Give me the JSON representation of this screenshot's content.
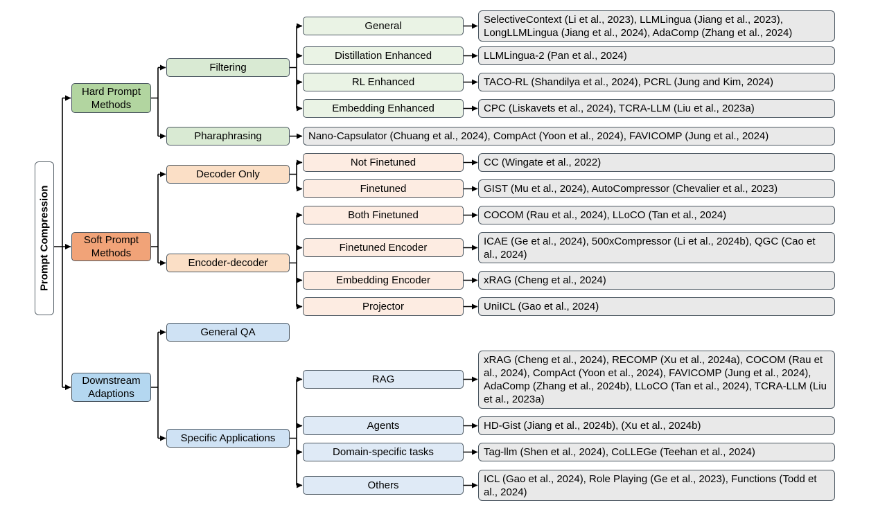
{
  "figure": {
    "title": "Prompt Compression",
    "type": "taxonomy-tree"
  },
  "nodes": {
    "root": "Prompt Compression",
    "hard": "Hard Prompt Methods",
    "soft": "Soft Prompt Methods",
    "downstream": "Downstream Adaptions",
    "filtering": "Filtering",
    "paraphrasing": "Pharaphrasing",
    "decoder_only": "Decoder Only",
    "encoder_decoder": "Encoder-decoder",
    "general_qa": "General QA",
    "specific_applications": "Specific Applications",
    "general": "General",
    "distillation_enhanced": "Distillation Enhanced",
    "rl_enhanced": "RL Enhanced",
    "embedding_enhanced": "Embedding Enhanced",
    "not_finetuned": "Not Finetuned",
    "finetuned": "Finetuned",
    "both_finetuned": "Both Finetuned",
    "finetuned_encoder": "Finetuned Encoder",
    "embedding_encoder": "Embedding Encoder",
    "projector": "Projector",
    "rag": "RAG",
    "agents": "Agents",
    "domain_specific_tasks": "Domain-specific tasks",
    "others": "Others"
  },
  "citations": {
    "general": "SelectiveContext (Li et al., 2023), LLMLingua (Jiang et al., 2023), LongLLMLingua (Jiang et al., 2024), AdaComp (Zhang et al., 2024)",
    "distillation_enhanced": "LLMLingua-2 (Pan et al., 2024)",
    "rl_enhanced": "TACO-RL (Shandilya et al., 2024), PCRL (Jung and Kim, 2024)",
    "embedding_enhanced": "CPC (Liskavets et al., 2024), TCRA-LLM (Liu et al., 2023a)",
    "paraphrasing": "Nano-Capsulator (Chuang et al., 2024), CompAct (Yoon et al., 2024), FAVICOMP (Jung et al., 2024)",
    "not_finetuned": "CC (Wingate et al., 2022)",
    "finetuned": "GIST (Mu et al., 2024), AutoCompressor (Chevalier et al., 2023)",
    "both_finetuned": "COCOM (Rau et al., 2024), LLoCO (Tan et al., 2024)",
    "finetuned_encoder": "ICAE (Ge et al., 2024), 500xCompressor (Li et al., 2024b), QGC (Cao et al., 2024)",
    "embedding_encoder": "xRAG (Cheng et al., 2024)",
    "projector": "UniICL (Gao et al., 2024)",
    "rag": "xRAG (Cheng et al., 2024), RECOMP (Xu et al., 2024a), COCOM (Rau et al., 2024), CompAct (Yoon et al., 2024), FAVICOMP (Jung et al., 2024), AdaComp (Zhang et al., 2024b), LLoCO (Tan et al., 2024), TCRA-LLM (Liu et al., 2023a)",
    "agents": "HD-Gist (Jiang et al., 2024b), (Xu et al., 2024b)",
    "domain_specific_tasks": "Tag-llm (Shen et al., 2024), CoLLEGe (Teehan et al., 2024)",
    "others": "ICL (Gao et al., 2024), Role Playing (Ge et al., 2023), Functions (Todd et al., 2024)"
  },
  "structure": {
    "root": "Prompt Compression",
    "children": [
      {
        "node": "Hard Prompt Methods",
        "children": [
          {
            "node": "Filtering",
            "children": [
              "General",
              "Distillation Enhanced",
              "RL Enhanced",
              "Embedding Enhanced"
            ]
          },
          {
            "node": "Pharaphrasing",
            "children": []
          }
        ]
      },
      {
        "node": "Soft Prompt Methods",
        "children": [
          {
            "node": "Decoder Only",
            "children": [
              "Not Finetuned",
              "Finetuned"
            ]
          },
          {
            "node": "Encoder-decoder",
            "children": [
              "Both Finetuned",
              "Finetuned Encoder",
              "Embedding Encoder",
              "Projector"
            ]
          }
        ]
      },
      {
        "node": "Downstream Adaptions",
        "children": [
          {
            "node": "General QA",
            "children": []
          },
          {
            "node": "Specific Applications",
            "children": [
              "RAG",
              "Agents",
              "Domain-specific tasks",
              "Others"
            ]
          }
        ]
      }
    ]
  },
  "colors": {
    "level1_green": "#b2d5a0",
    "level2_green": "#d9ead3",
    "level3_green": "#eaf3e5",
    "level1_orange": "#f1a378",
    "level2_peach": "#fbdfc6",
    "level3_pink": "#fdece2",
    "level1_blue": "#b4d7f0",
    "level2_blue": "#cfe2f4",
    "level3_blue": "#dfeaf6",
    "citation_gray": "#e9e9e9",
    "border": "#4a5660",
    "line": "#000000"
  }
}
